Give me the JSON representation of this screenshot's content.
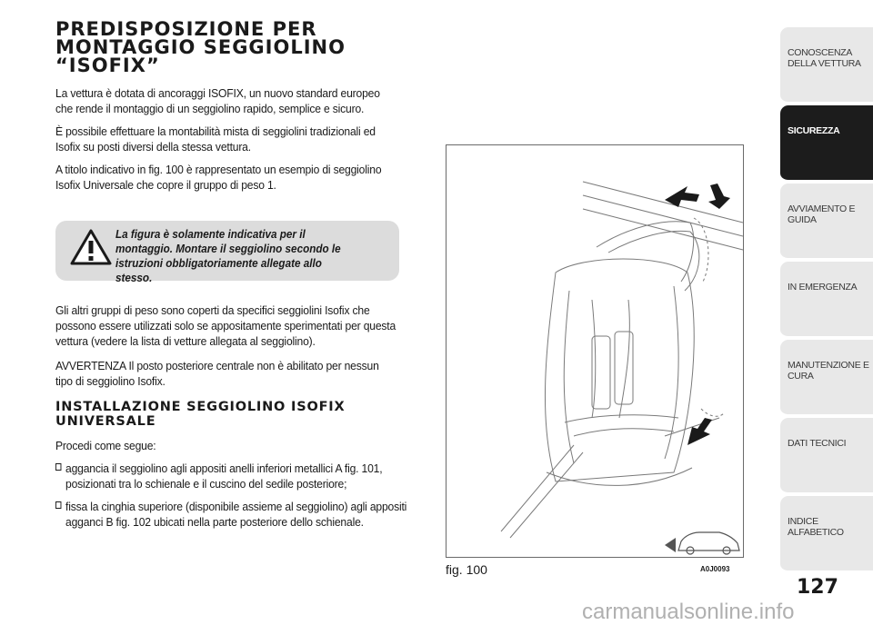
{
  "section": {
    "title_lines": [
      "PREDISPOSIZIONE PER",
      "MONTAGGIO SEGGIOLINO",
      "“ISOFIX”"
    ],
    "paragraphs": [
      "La vettura è dotata di ancoraggi ISOFIX, un nuovo standard europeo che rende il montaggio di un seggiolino rapido, semplice e sicuro.",
      "È possibile effettuare la montabilità mista di seggiolini tradizionali ed Isofix su posti diversi della stessa vettura.",
      "A titolo indicativo in fig. 100 è rappresentato un esempio di seggiolino Isofix Universale che copre il gruppo di peso 1."
    ]
  },
  "warning": {
    "icon": "warning-triangle-icon",
    "text": "La figura è solamente indicativa per il montaggio. Montare il seggiolino secondo le istruzioni obbligatoriamente allegate allo stesso."
  },
  "body": {
    "paragraphs": [
      "Gli altri gruppi di peso sono coperti da specifici seggiolini Isofix che possono essere utilizzati solo se appositamente sperimentati per questa vettura (vedere la lista di vetture allegata al seggiolino).",
      "AVVERTENZA Il posto posteriore centrale non è abilitato per nessun tipo di seggiolino Isofix."
    ],
    "subtitle_lines": [
      "INSTALLAZIONE SEGGIOLINO ISOFIX",
      "UNIVERSALE"
    ],
    "intro": "Procedi come segue:",
    "bullets": [
      "aggancia il seggiolino agli appositi anelli inferiori metallici A fig. 101, posizionati tra lo schienale e il cuscino del sedile posteriore;",
      "fissa la cinghia superiore (disponibile assieme al seggiolino) agli appositi agganci B fig. 102 ubicati nella parte posteriore dello schienale."
    ]
  },
  "figure": {
    "caption": "fig. 100",
    "code": "A0J0093"
  },
  "tabs": [
    {
      "label": "CONOSCENZA DELLA VETTURA",
      "active": false
    },
    {
      "label": "SICUREZZA",
      "active": true
    },
    {
      "label": "AVVIAMENTO E GUIDA",
      "active": false
    },
    {
      "label": "IN EMERGENZA",
      "active": false
    },
    {
      "label": "MANUTENZIONE E CURA",
      "active": false
    },
    {
      "label": "DATI TECNICI",
      "active": false
    },
    {
      "label": "INDICE ALFABETICO",
      "active": false
    }
  ],
  "page_number": "127",
  "watermark": "carmanualsonline.info"
}
